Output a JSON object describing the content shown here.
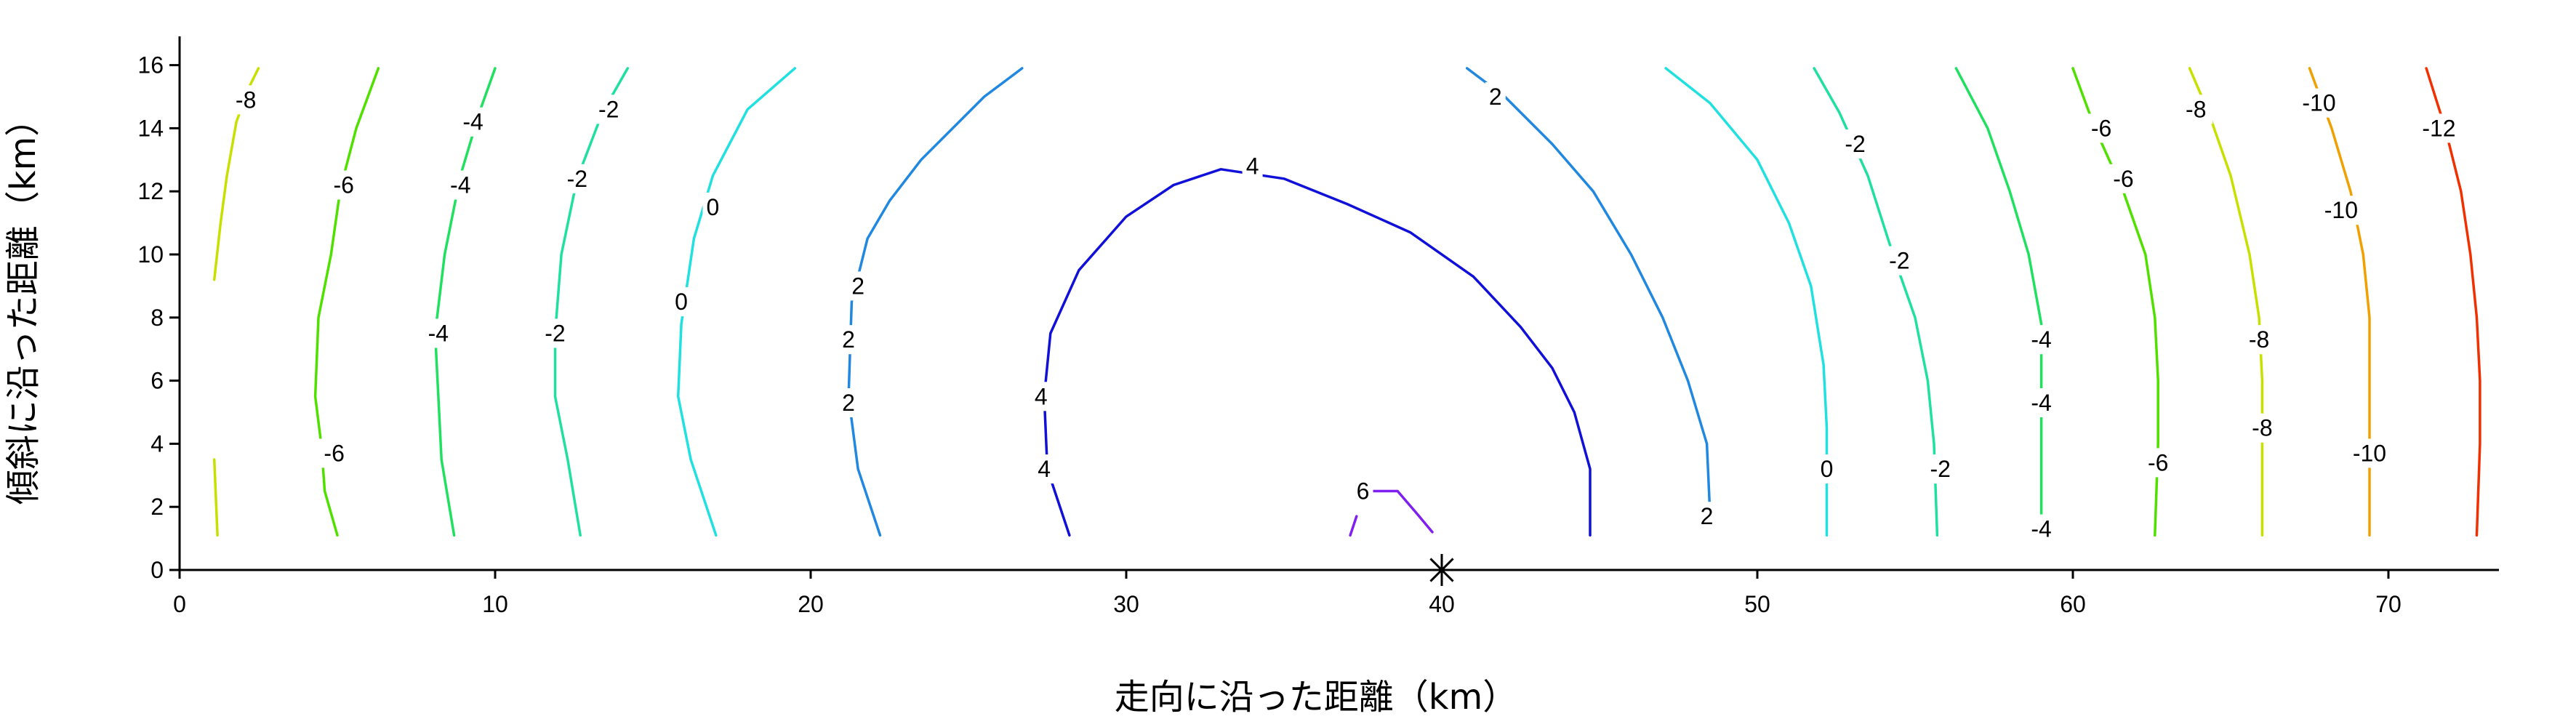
{
  "chart_data": {
    "type": "contour",
    "xlabel": "走向に沿った距離（km）",
    "ylabel": "傾斜に沿った距離（km）",
    "xlim": [
      0,
      74
    ],
    "ylim": [
      0,
      16.9
    ],
    "xticks": [
      0,
      10,
      20,
      30,
      40,
      50,
      60,
      70
    ],
    "yticks": [
      0,
      2,
      4,
      6,
      8,
      10,
      12,
      14,
      16
    ],
    "hypocenter": {
      "x": 40,
      "y": 0,
      "symbol": "asterisk"
    },
    "contours": [
      {
        "level": -8,
        "color": "#c8e000",
        "points": [
          [
            1.2,
            1.1
          ],
          [
            1.1,
            3.5
          ]
        ],
        "labels": []
      },
      {
        "level": -8,
        "color": "#c8e000",
        "points": [
          [
            1.1,
            9.2
          ],
          [
            1.3,
            11.0
          ],
          [
            1.5,
            12.5
          ],
          [
            1.8,
            14.2
          ],
          [
            2.2,
            15.3
          ],
          [
            2.5,
            15.9
          ]
        ],
        "labels": [
          {
            "text": "-8",
            "x": 2.1,
            "y": 14.9
          }
        ]
      },
      {
        "level": -6,
        "color": "#50e000",
        "points": [
          [
            5.0,
            1.1
          ],
          [
            4.6,
            2.5
          ],
          [
            4.5,
            3.9
          ],
          [
            4.3,
            5.5
          ],
          [
            4.4,
            8.0
          ],
          [
            4.8,
            10.0
          ],
          [
            5.1,
            12.1
          ],
          [
            5.6,
            14.0
          ],
          [
            6.3,
            15.9
          ]
        ],
        "labels": [
          {
            "text": "-6",
            "x": 4.9,
            "y": 3.7
          },
          {
            "text": "-6",
            "x": 5.2,
            "y": 12.2
          }
        ]
      },
      {
        "level": -4,
        "color": "#20e060",
        "points": [
          [
            8.7,
            1.1
          ],
          [
            8.3,
            3.5
          ],
          [
            8.2,
            5.5
          ],
          [
            8.1,
            7.5
          ],
          [
            8.4,
            10.0
          ],
          [
            8.9,
            12.5
          ],
          [
            9.5,
            14.5
          ],
          [
            10.0,
            15.9
          ]
        ],
        "labels": [
          {
            "text": "-4",
            "x": 8.2,
            "y": 7.5
          },
          {
            "text": "-4",
            "x": 8.9,
            "y": 12.2
          },
          {
            "text": "-4",
            "x": 9.3,
            "y": 14.2
          }
        ]
      },
      {
        "level": -2,
        "color": "#20e0a0",
        "points": [
          [
            12.7,
            1.1
          ],
          [
            12.3,
            3.5
          ],
          [
            11.9,
            5.5
          ],
          [
            11.9,
            7.5
          ],
          [
            12.1,
            10.0
          ],
          [
            12.6,
            12.4
          ],
          [
            13.4,
            14.5
          ],
          [
            14.2,
            15.9
          ]
        ],
        "labels": [
          {
            "text": "-2",
            "x": 11.9,
            "y": 7.5
          },
          {
            "text": "-2",
            "x": 12.6,
            "y": 12.4
          },
          {
            "text": "-2",
            "x": 13.6,
            "y": 14.6
          }
        ]
      },
      {
        "level": 0,
        "color": "#20e0e0",
        "points": [
          [
            17.0,
            1.1
          ],
          [
            16.2,
            3.5
          ],
          [
            15.8,
            5.5
          ],
          [
            15.9,
            7.8
          ],
          [
            16.3,
            10.5
          ],
          [
            16.9,
            12.5
          ],
          [
            18.0,
            14.6
          ],
          [
            19.5,
            15.9
          ]
        ],
        "labels": [
          {
            "text": "0",
            "x": 15.9,
            "y": 8.5
          },
          {
            "text": "0",
            "x": 16.9,
            "y": 11.5
          }
        ]
      },
      {
        "level": 2,
        "color": "#2088e0",
        "points": [
          [
            22.2,
            1.1
          ],
          [
            21.5,
            3.2
          ],
          [
            21.2,
            5.5
          ],
          [
            21.3,
            8.5
          ],
          [
            21.8,
            10.5
          ],
          [
            22.5,
            11.7
          ],
          [
            23.5,
            13.0
          ],
          [
            24.5,
            14.0
          ],
          [
            25.5,
            15.0
          ],
          [
            26.7,
            15.9
          ]
        ],
        "labels": [
          {
            "text": "2",
            "x": 21.2,
            "y": 5.3
          },
          {
            "text": "2",
            "x": 21.2,
            "y": 7.3
          },
          {
            "text": "2",
            "x": 21.5,
            "y": 9.0
          }
        ]
      },
      {
        "level": 4,
        "color": "#1010d8",
        "points": [
          [
            28.2,
            1.1
          ],
          [
            27.5,
            3.2
          ],
          [
            27.4,
            5.5
          ],
          [
            27.6,
            7.5
          ],
          [
            28.5,
            9.5
          ],
          [
            30.0,
            11.2
          ],
          [
            31.5,
            12.2
          ],
          [
            33.0,
            12.7
          ],
          [
            35.0,
            12.4
          ],
          [
            37.0,
            11.6
          ],
          [
            39.0,
            10.7
          ],
          [
            41.0,
            9.3
          ],
          [
            42.5,
            7.7
          ],
          [
            43.5,
            6.4
          ],
          [
            44.2,
            5.0
          ],
          [
            44.7,
            3.2
          ],
          [
            44.7,
            1.1
          ]
        ],
        "labels": [
          {
            "text": "4",
            "x": 27.4,
            "y": 3.2
          },
          {
            "text": "4",
            "x": 27.3,
            "y": 5.5
          },
          {
            "text": "4",
            "x": 34.0,
            "y": 12.8
          }
        ]
      },
      {
        "level": 6,
        "color": "#8020f0",
        "points": [
          [
            37.1,
            1.1
          ],
          [
            37.3,
            1.7
          ]
        ],
        "labels": [
          {
            "text": "6",
            "x": 37.5,
            "y": 2.5
          }
        ]
      },
      {
        "level": 6,
        "color": "#8020f0",
        "points": [
          [
            37.8,
            2.5
          ],
          [
            38.6,
            2.5
          ],
          [
            39.2,
            1.8
          ],
          [
            39.7,
            1.2
          ]
        ],
        "labels": []
      },
      {
        "level": 2,
        "color": "#2088e0",
        "points": [
          [
            40.8,
            15.9
          ],
          [
            42.0,
            15.0
          ],
          [
            43.5,
            13.5
          ],
          [
            44.8,
            12.0
          ],
          [
            46.0,
            10.0
          ],
          [
            47.0,
            8.0
          ],
          [
            47.8,
            6.0
          ],
          [
            48.4,
            4.0
          ],
          [
            48.5,
            1.8
          ]
        ],
        "labels": [
          {
            "text": "2",
            "x": 48.4,
            "y": 1.7
          },
          {
            "text": "2",
            "x": 41.7,
            "y": 15.0
          }
        ]
      },
      {
        "level": 0,
        "color": "#20e0e0",
        "points": [
          [
            47.1,
            15.9
          ],
          [
            48.5,
            14.8
          ],
          [
            50.0,
            13.0
          ],
          [
            51.0,
            11.0
          ],
          [
            51.7,
            9.0
          ],
          [
            52.1,
            6.5
          ],
          [
            52.2,
            4.5
          ],
          [
            52.2,
            3.3
          ],
          [
            52.2,
            1.1
          ]
        ],
        "labels": [
          {
            "text": "0",
            "x": 52.2,
            "y": 3.2
          }
        ]
      },
      {
        "level": -2,
        "color": "#20e0a0",
        "points": [
          [
            51.8,
            15.9
          ],
          [
            52.6,
            14.5
          ],
          [
            53.5,
            12.5
          ],
          [
            54.3,
            10.0
          ],
          [
            55.0,
            8.0
          ],
          [
            55.4,
            6.0
          ],
          [
            55.6,
            4.0
          ],
          [
            55.7,
            1.1
          ]
        ],
        "labels": [
          {
            "text": "-2",
            "x": 53.1,
            "y": 13.5
          },
          {
            "text": "-2",
            "x": 54.5,
            "y": 9.8
          },
          {
            "text": "-2",
            "x": 55.8,
            "y": 3.2
          }
        ]
      },
      {
        "level": -4,
        "color": "#20e060",
        "points": [
          [
            56.3,
            15.9
          ],
          [
            57.3,
            14.0
          ],
          [
            58.0,
            12.0
          ],
          [
            58.6,
            10.0
          ],
          [
            59.0,
            7.8
          ],
          [
            59.0,
            6.0
          ],
          [
            59.0,
            4.0
          ],
          [
            59.0,
            1.1
          ]
        ],
        "labels": [
          {
            "text": "-4",
            "x": 59.0,
            "y": 7.3
          },
          {
            "text": "-4",
            "x": 59.0,
            "y": 5.3
          },
          {
            "text": "-4",
            "x": 59.0,
            "y": 1.3
          }
        ]
      },
      {
        "level": -6,
        "color": "#50e000",
        "points": [
          [
            60.0,
            15.9
          ],
          [
            60.7,
            14.0
          ],
          [
            61.6,
            12.0
          ],
          [
            62.3,
            10.0
          ],
          [
            62.6,
            8.0
          ],
          [
            62.7,
            6.0
          ],
          [
            62.7,
            4.0
          ],
          [
            62.6,
            1.1
          ]
        ],
        "labels": [
          {
            "text": "-6",
            "x": 60.9,
            "y": 14.0
          },
          {
            "text": "-6",
            "x": 61.6,
            "y": 12.4
          },
          {
            "text": "-6",
            "x": 62.7,
            "y": 3.4
          }
        ]
      },
      {
        "level": -8,
        "color": "#c8e000",
        "points": [
          [
            63.7,
            15.9
          ],
          [
            64.3,
            14.5
          ],
          [
            65.0,
            12.5
          ],
          [
            65.6,
            10.0
          ],
          [
            65.9,
            8.0
          ],
          [
            66.0,
            6.0
          ],
          [
            66.0,
            4.0
          ],
          [
            66.0,
            1.1
          ]
        ],
        "labels": [
          {
            "text": "-8",
            "x": 63.9,
            "y": 14.6
          },
          {
            "text": "-8",
            "x": 65.9,
            "y": 7.3
          },
          {
            "text": "-8",
            "x": 66.0,
            "y": 4.5
          }
        ]
      },
      {
        "level": -10,
        "color": "#f0a000",
        "points": [
          [
            67.5,
            15.9
          ],
          [
            68.2,
            14.0
          ],
          [
            68.8,
            12.0
          ],
          [
            69.2,
            10.0
          ],
          [
            69.4,
            8.0
          ],
          [
            69.4,
            6.0
          ],
          [
            69.4,
            4.0
          ],
          [
            69.4,
            1.1
          ]
        ],
        "labels": [
          {
            "text": "-10",
            "x": 67.8,
            "y": 14.8
          },
          {
            "text": "-10",
            "x": 68.5,
            "y": 11.4
          },
          {
            "text": "-10",
            "x": 69.4,
            "y": 3.7
          }
        ]
      },
      {
        "level": -12,
        "color": "#f03000",
        "points": [
          [
            71.2,
            15.9
          ],
          [
            71.8,
            14.0
          ],
          [
            72.3,
            12.0
          ],
          [
            72.6,
            10.0
          ],
          [
            72.8,
            8.0
          ],
          [
            72.9,
            6.0
          ],
          [
            72.9,
            4.0
          ],
          [
            72.8,
            1.1
          ]
        ],
        "labels": [
          {
            "text": "-12",
            "x": 71.6,
            "y": 14.0
          }
        ]
      }
    ]
  }
}
